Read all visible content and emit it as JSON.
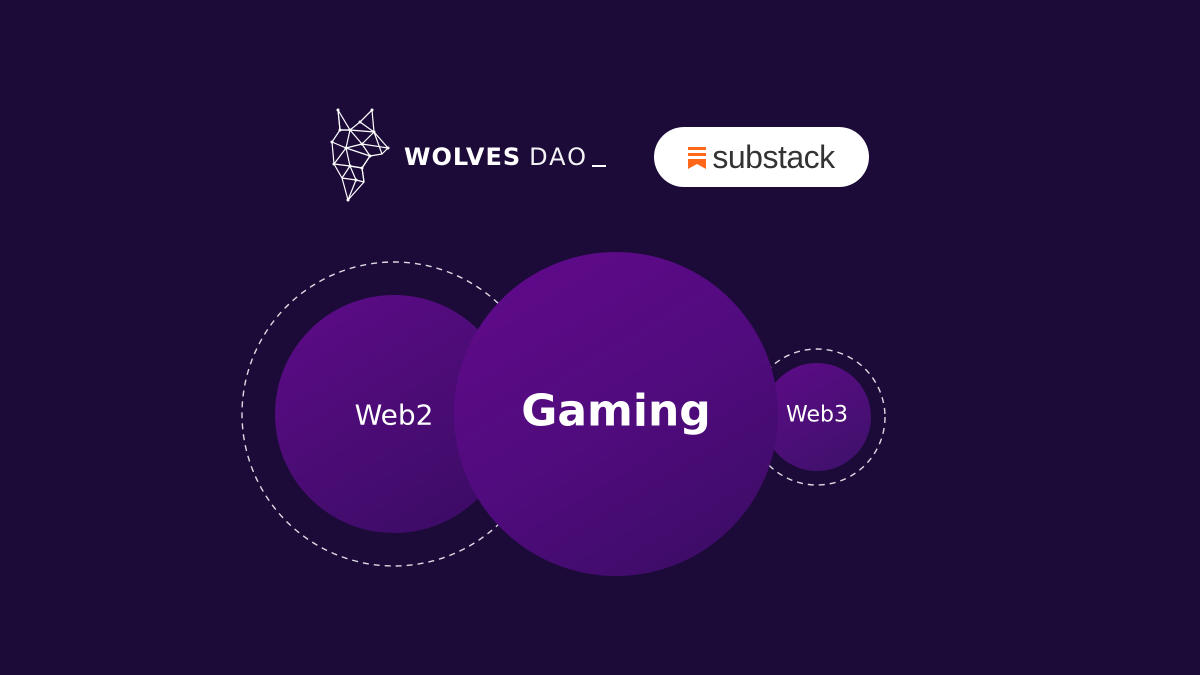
{
  "brand": {
    "wolves_strong": "WOLVES",
    "wolves_thin": "DAO",
    "substack": "substack"
  },
  "bubbles": {
    "web2": "Web2",
    "gaming": "Gaming",
    "web3": "Web3"
  },
  "colors": {
    "background": "#1c0b39",
    "bubble_light": "#5e0b86",
    "bubble_dark": "#3d0c68",
    "substack_orange": "#ff6719",
    "dashed_ring": "#ffffff"
  },
  "icons": {
    "wolf": "wolf-logo-icon",
    "substack": "substack-bookmark-icon"
  }
}
